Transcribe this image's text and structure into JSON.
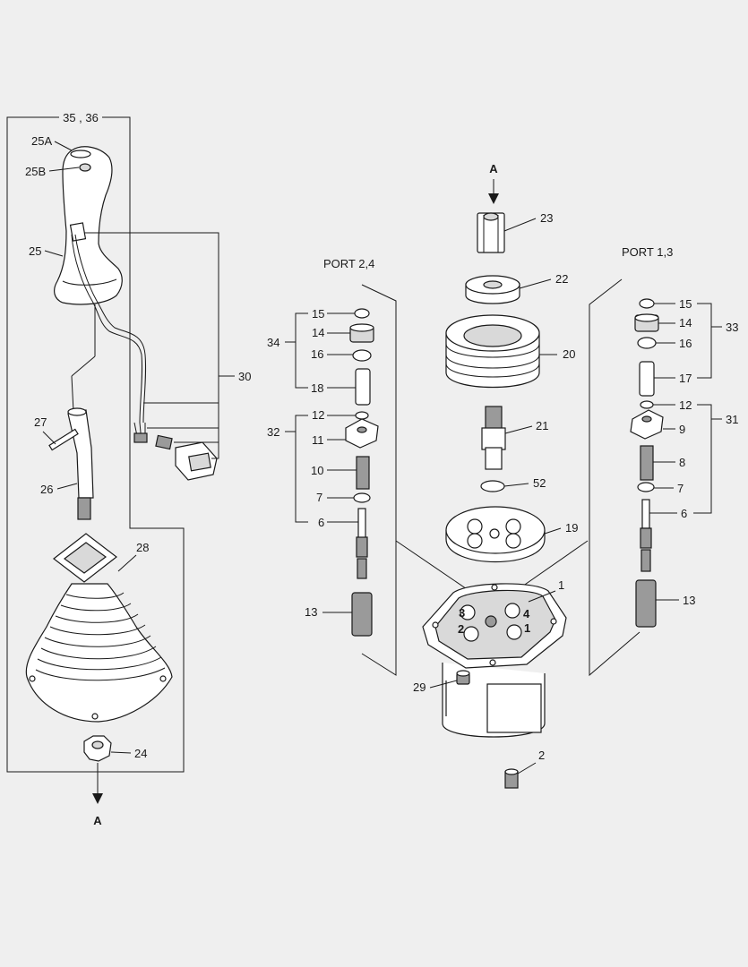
{
  "labels": {
    "p35_36": "35 , 36",
    "p25a": "25A",
    "p25b": "25B",
    "p25": "25",
    "p30": "30",
    "p27": "27",
    "p26": "26",
    "p28": "28",
    "p24": "24",
    "arrow_a_top": "A",
    "arrow_a_bottom": "A",
    "port24": "PORT 2,4",
    "port13": "PORT 1,3",
    "p23": "23",
    "p22": "22",
    "p20": "20",
    "p21": "21",
    "p52": "52",
    "p19": "19",
    "p1": "1",
    "p29": "29",
    "p2": "2",
    "l15": "15",
    "l14": "14",
    "l34": "34",
    "l16": "16",
    "l18": "18",
    "l12": "12",
    "l32": "32",
    "l11": "11",
    "l10": "10",
    "l7": "7",
    "l6": "6",
    "l13": "13",
    "r15": "15",
    "r14": "14",
    "r33": "33",
    "r16": "16",
    "r17": "17",
    "r12": "12",
    "r31": "31",
    "r9": "9",
    "r8": "8",
    "r7": "7",
    "r6": "6",
    "r13": "13",
    "port_num_3": "3",
    "port_num_4": "4",
    "port_num_2": "2",
    "port_num_1": "1"
  }
}
